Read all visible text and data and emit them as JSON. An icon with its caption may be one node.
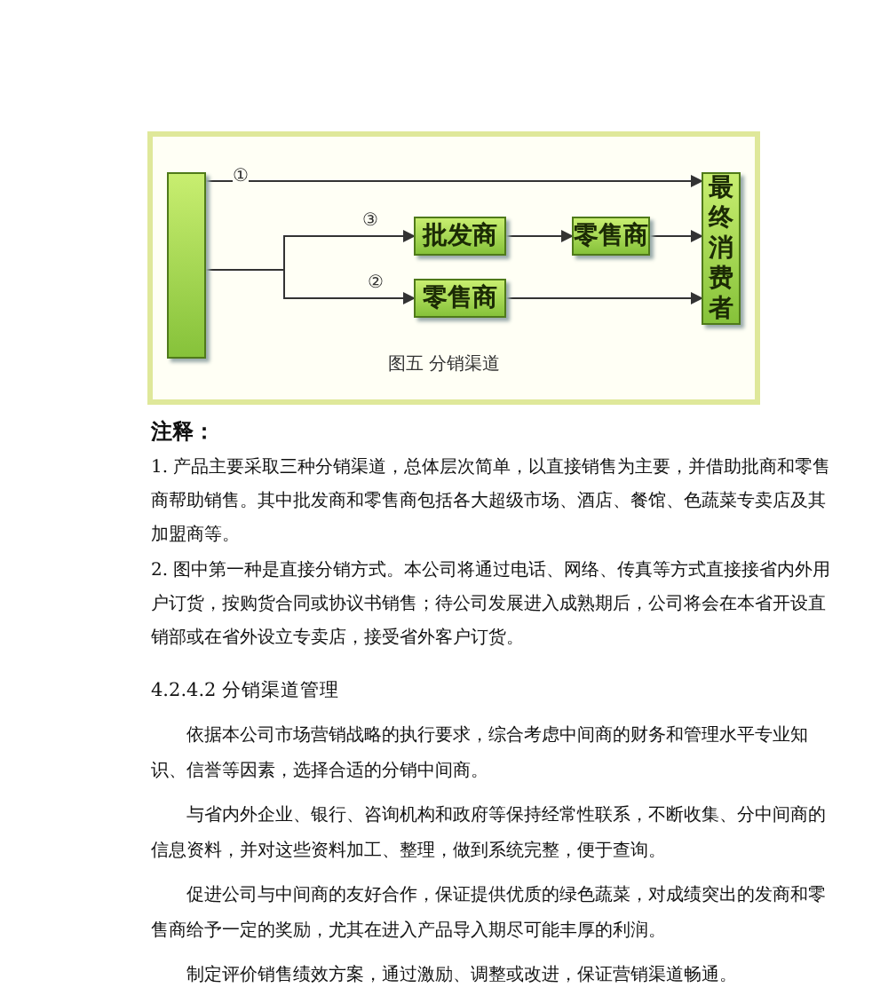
{
  "diagram": {
    "caption": "图五 分销渠道",
    "nodes": [
      {
        "text": [],
        "shape": "box"
      },
      {
        "text": [
          "批发商"
        ]
      },
      {
        "text": [
          "零售商"
        ]
      },
      {
        "text": [
          "零售商"
        ]
      },
      {
        "text": [
          "最终消费者"
        ]
      }
    ],
    "edges": [
      {
        "from": 0,
        "to": 4,
        "arrow": "to",
        "label": "①"
      },
      {
        "from": 0,
        "to": 1,
        "arrow": "to",
        "label": "③"
      },
      {
        "from": 1,
        "to": 2,
        "arrow": "to"
      },
      {
        "from": 2,
        "to": 4,
        "arrow": "to"
      },
      {
        "from": 0,
        "to": 3,
        "arrow": "to",
        "label": "②"
      },
      {
        "from": 3,
        "to": 4,
        "arrow": "to"
      }
    ],
    "labels": [
      "注释：",
      "1. 产品主要采取三种分销渠道，总体层次简单，以直接销售为主要，并借助批商和零售商帮助销售。其中批发商和零售商包括各大超级市场、酒店、餐馆、色蔬菜专卖店及其加盟商等。",
      "2. 图中第一种是直接分销方式。本公司将通过电话、网络、传真等方式直接接省内外用户订货，按购货合同或协议书销售；待公司发展进入成熟期后，公司将会在本省开设直销部或在省外设立专卖店，接受省外客户订货。",
      "4.2.4.2 分销渠道管理",
      "依据本公司市场营销战略的执行要求，综合考虑中间商的财务和管理水平专业知识、信誉等因素，选择合适的分销中间商。",
      "与省内外企业、银行、咨询机构和政府等保持经常性联系，不断收集、分中间商的信息资料，并对这些资料加工、整理，做到系统完整，便于查询。",
      "促进公司与中间商的友好合作，保证提供优质的绿色蔬菜，对成绩突出的发商和零售商给予一定的奖励，尤其在进入产品导入期尽可能丰厚的利润。",
      "制定评价销售绩效方案，通过激励、调整或改进，保证营销渠道畅通。"
    ]
  }
}
